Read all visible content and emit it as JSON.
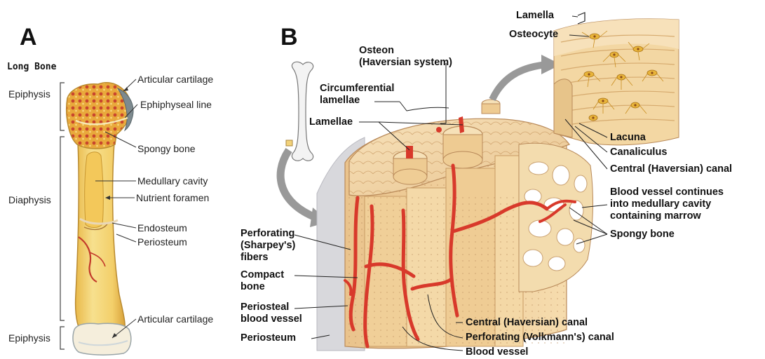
{
  "panel_a": {
    "letter": "A",
    "title": "Long Bone",
    "regions": [
      "Epiphysis",
      "Diaphysis",
      "Epiphysis"
    ],
    "labels": [
      "Articular cartilage",
      "Ephiphyseal line",
      "Spongy bone",
      "Medullary cavity",
      "Nutrient foramen",
      "Endosteum",
      "Periosteum",
      "Articular cartilage"
    ]
  },
  "panel_b": {
    "letter": "B",
    "labels": {
      "lamella": "Lamella",
      "osteocyte": "Osteocyte",
      "osteon": "Osteon\n(Haversian system)",
      "circumferential": "Circumferential\nlamellae",
      "lamellae": "Lamellae",
      "lacuna": "Lacuna",
      "canaliculus": "Canaliculus",
      "central_canal_top": "Central (Haversian) canal",
      "blood_continues": "Blood vessel continues\ninto medullary cavity\ncontaining marrow",
      "spongy": "Spongy bone",
      "perforating_fibers": "Perforating\n(Sharpey's)\nfibers",
      "compact": "Compact\nbone",
      "periosteal": "Periosteal\nblood vessel",
      "periosteum": "Periosteum",
      "central_canal_bottom": "Central (Haversian) canal",
      "volkmann": "Perforating (Volkmann's) canal",
      "blood_vessel": "Blood vessel"
    }
  },
  "colors": {
    "bone_yellow": "#f2d27a",
    "bone_tan": "#f3d9ad",
    "vessel_red": "#d8392b",
    "cartilage_gray": "#7d8a8f",
    "osteocyte_gold": "#e8b43a"
  }
}
